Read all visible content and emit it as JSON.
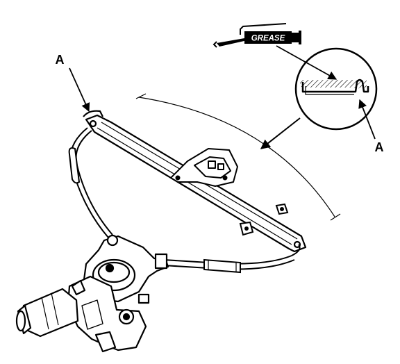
{
  "labels": {
    "callout_a_left": "A",
    "callout_a_right": "A",
    "grease": "GREASE"
  },
  "colors": {
    "ink": "#000000",
    "paper": "#ffffff"
  },
  "icons": {
    "grease_tube": "grease-tube-icon"
  }
}
